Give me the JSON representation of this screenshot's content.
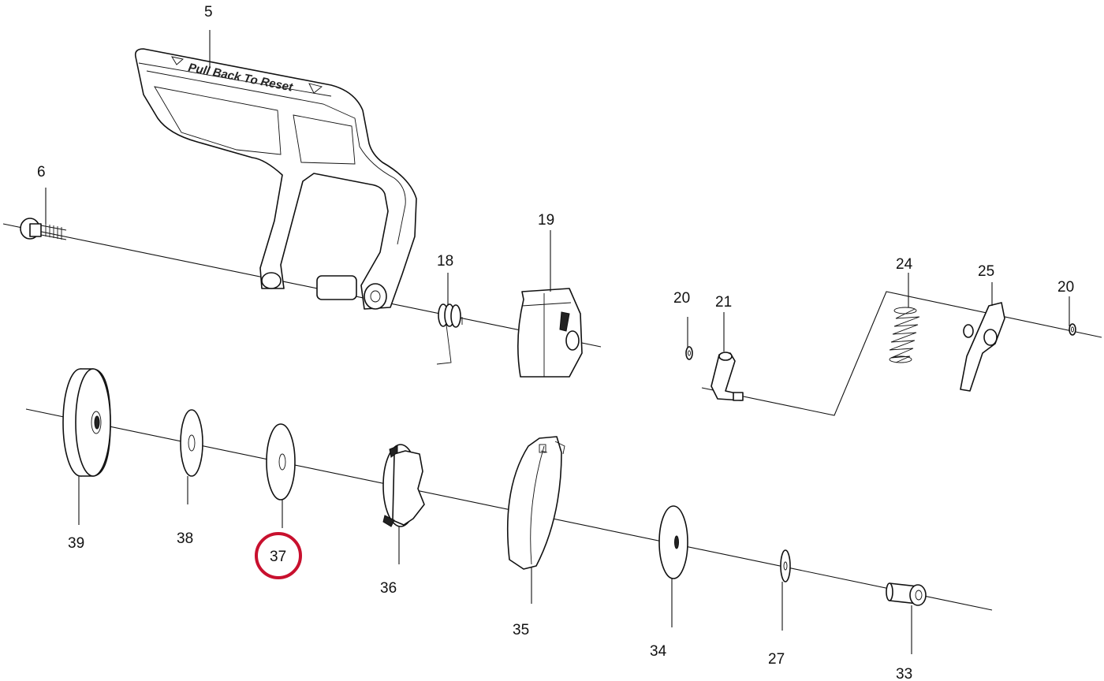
{
  "handle_text": "Pull Back To Reset",
  "labels": {
    "p5": "5",
    "p6": "6",
    "p18": "18",
    "p19": "19",
    "p20a": "20",
    "p21": "21",
    "p24": "24",
    "p25": "25",
    "p20b": "20",
    "p39": "39",
    "p38": "38",
    "p37": "37",
    "p36": "36",
    "p35": "35",
    "p34": "34",
    "p27": "27",
    "p33": "33"
  },
  "highlight": {
    "part": "37",
    "color": "#c8102e"
  }
}
